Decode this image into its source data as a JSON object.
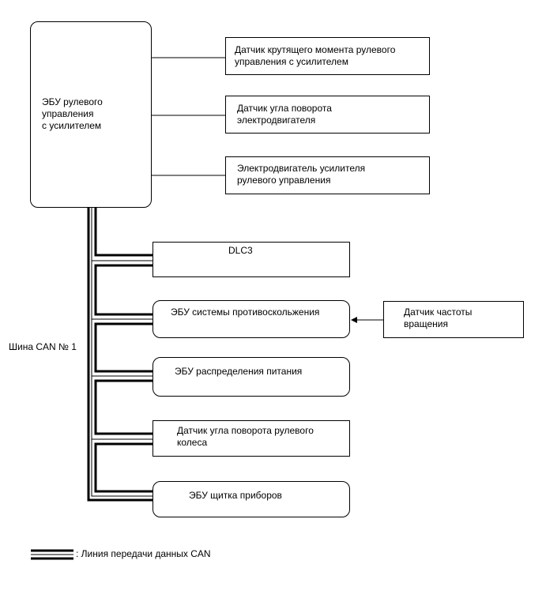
{
  "ecu_main": {
    "label": "ЭБУ рулевого\nуправления\nс усилителем"
  },
  "sensors": [
    {
      "label": "Датчик крутящего момента рулевого\nуправления с усилителем"
    },
    {
      "label": "Датчик угла поворота\nэлектродвигателя"
    },
    {
      "label": "Электродвигатель усилителя\nрулевого управления"
    }
  ],
  "can_nodes": [
    {
      "label": "DLC3"
    },
    {
      "label": "ЭБУ системы противоскольжения"
    },
    {
      "label": "ЭБУ распределения питания"
    },
    {
      "label": "Датчик угла поворота рулевого\nколеса"
    },
    {
      "label": "ЭБУ щитка приборов"
    }
  ],
  "speed_sensor": {
    "label": "Датчик частоты\nвращения"
  },
  "bus_label": "Шина CAN № 1",
  "legend": {
    "label": ": Линия передачи данных CAN"
  }
}
